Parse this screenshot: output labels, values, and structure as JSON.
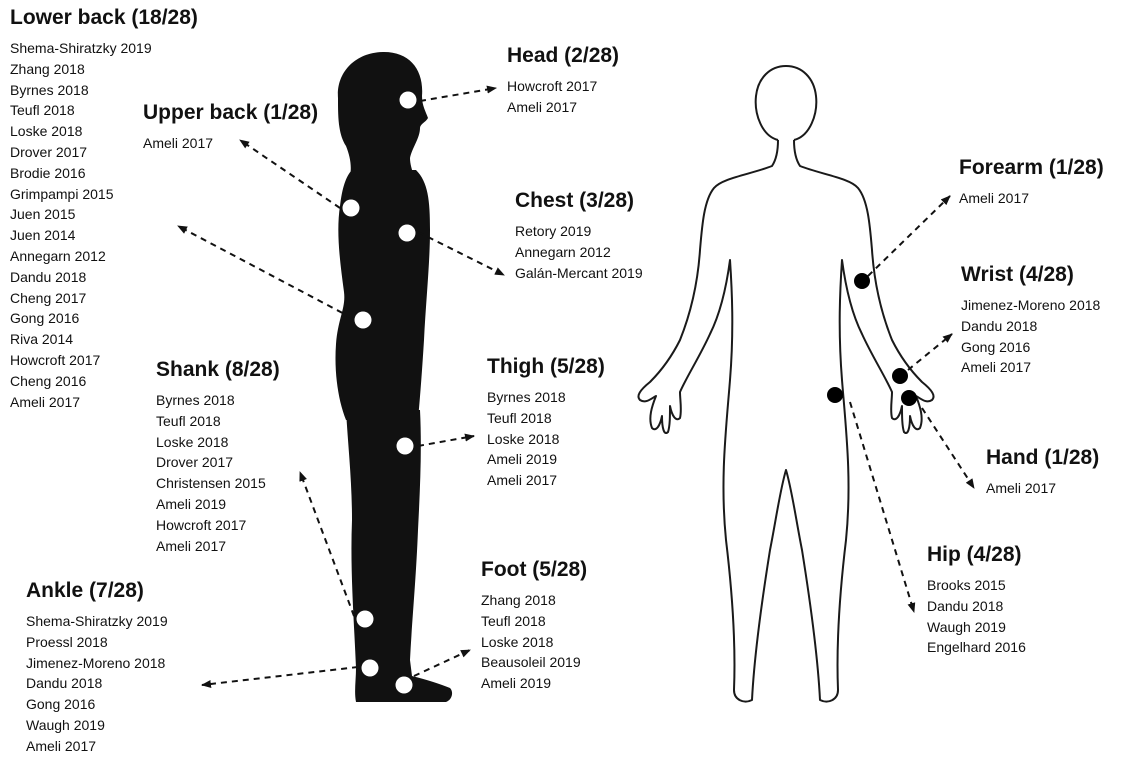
{
  "groups": {
    "lower_back": {
      "title": "Lower back (18/28)",
      "refs": [
        "Shema-Shiratzky 2019",
        "Zhang 2018",
        "Byrnes 2018",
        "Teufl 2018",
        "Loske 2018",
        "Drover 2017",
        "Brodie 2016",
        "Grimpampi 2015",
        "Juen 2015",
        "Juen 2014",
        "Annegarn 2012",
        "Dandu 2018",
        "Cheng 2017",
        "Gong 2016",
        "Riva 2014",
        "Howcroft 2017",
        "Cheng 2016",
        "Ameli 2017"
      ]
    },
    "upper_back": {
      "title": "Upper back (1/28)",
      "refs": [
        "Ameli 2017"
      ]
    },
    "head": {
      "title": "Head (2/28)",
      "refs": [
        "Howcroft 2017",
        "Ameli 2017"
      ]
    },
    "chest": {
      "title": "Chest (3/28)",
      "refs": [
        "Retory 2019",
        "Annegarn 2012",
        "Galán-Mercant 2019"
      ]
    },
    "shank": {
      "title": "Shank (8/28)",
      "refs": [
        "Byrnes 2018",
        "Teufl 2018",
        "Loske 2018",
        "Drover 2017",
        "Christensen 2015",
        "Ameli 2019",
        "Howcroft 2017",
        "Ameli 2017"
      ]
    },
    "thigh": {
      "title": "Thigh (5/28)",
      "refs": [
        "Byrnes 2018",
        "Teufl 2018",
        "Loske 2018",
        "Ameli 2019",
        "Ameli 2017"
      ]
    },
    "ankle": {
      "title": "Ankle (7/28)",
      "refs": [
        "Shema-Shiratzky 2019",
        "Proessl 2018",
        "Jimenez-Moreno 2018",
        "Dandu 2018",
        "Gong 2016",
        "Waugh 2019",
        "Ameli 2017"
      ]
    },
    "foot": {
      "title": "Foot (5/28)",
      "refs": [
        "Zhang 2018",
        "Teufl 2018",
        "Loske 2018",
        "Beausoleil 2019",
        "Ameli 2019"
      ]
    },
    "forearm": {
      "title": "Forearm (1/28)",
      "refs": [
        "Ameli 2017"
      ]
    },
    "wrist": {
      "title": "Wrist (4/28)",
      "refs": [
        "Jimenez-Moreno 2018",
        "Dandu 2018",
        "Gong 2016",
        "Ameli 2017"
      ]
    },
    "hand": {
      "title": "Hand (1/28)",
      "refs": [
        "Ameli 2017"
      ]
    },
    "hip": {
      "title": "Hip (4/28)",
      "refs": [
        "Brooks 2015",
        "Dandu 2018",
        "Waugh 2019",
        "Engelhard 2016"
      ]
    }
  },
  "colors": {
    "silhouette": "#111111",
    "sensor_on_dark": "#ffffff",
    "sensor_on_light": "#000000",
    "outline": "#1a1a1a",
    "arrow": "#111111"
  }
}
